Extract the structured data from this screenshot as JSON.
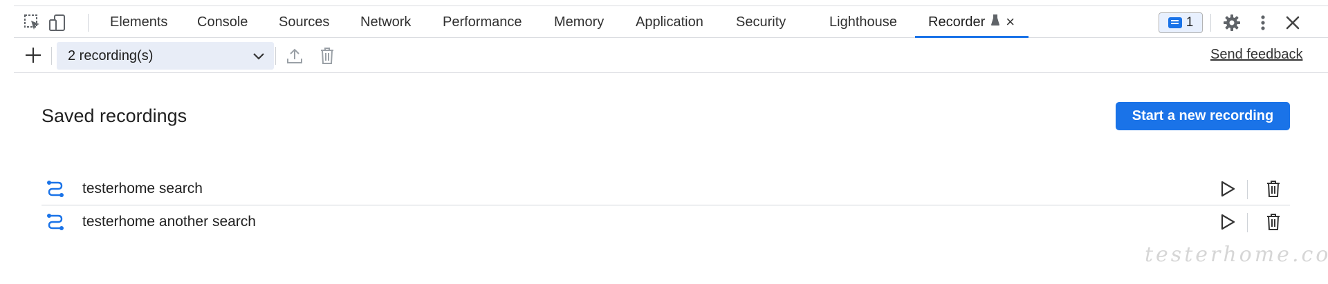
{
  "tabs": [
    {
      "label": "Elements"
    },
    {
      "label": "Console"
    },
    {
      "label": "Sources"
    },
    {
      "label": "Network"
    },
    {
      "label": "Performance"
    },
    {
      "label": "Memory"
    },
    {
      "label": "Application"
    },
    {
      "label": "Security"
    },
    {
      "label": "Lighthouse"
    },
    {
      "label": "Recorder",
      "active": true
    }
  ],
  "issues_badge": {
    "count": "1"
  },
  "toolbar": {
    "recordings_select": "2 recording(s)",
    "send_feedback": "Send feedback"
  },
  "main": {
    "title": "Saved recordings",
    "start_button": "Start a new recording",
    "recordings": [
      {
        "name": "testerhome search"
      },
      {
        "name": "testerhome another search"
      }
    ]
  },
  "watermark": "testerhome.com",
  "colors": {
    "accent": "#1a73e8",
    "select_bg": "#e8edf7",
    "badge_bg": "#e8f0fe"
  },
  "icons": {
    "inspect": "inspect-element-icon",
    "device": "device-toolbar-icon",
    "flask": "experiment-flask-icon",
    "close": "close-icon",
    "issues": "issues-message-icon",
    "settings": "gear-icon",
    "more": "more-vertical-icon",
    "add": "plus-icon",
    "chevron": "chevron-down-icon",
    "export": "upload-icon",
    "delete": "trash-icon",
    "recording": "recording-path-icon",
    "play": "play-icon"
  }
}
